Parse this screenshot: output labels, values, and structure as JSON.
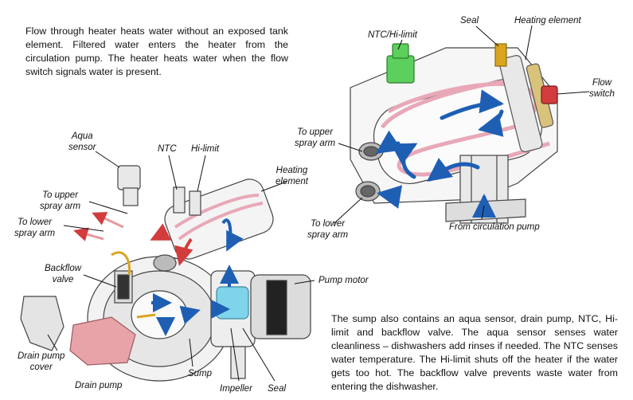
{
  "paragraphs": {
    "intro": "Flow through heater heats water without an exposed tank element.  Filtered water enters the heater from the circulation pump.  The heater heats water when the flow switch signals water is present.",
    "sump": "The sump also contains an aqua sensor, drain pump, NTC, Hi-limit and backflow valve.  The aqua sensor senses water cleanliness – dishwashers add rinses if needed.  The NTC senses water temperature.  The Hi-limit shuts off the heater if the water gets too hot.  The backflow valve prevents waste water from entering the dishwasher."
  },
  "left_labels": {
    "aqua_sensor_1": "Aqua",
    "aqua_sensor_2": "sensor",
    "ntc": "NTC",
    "hi_limit": "Hi-limit",
    "heating_element_1": "Heating",
    "heating_element_2": "element",
    "to_upper_1": "To upper",
    "to_upper_2": "spray arm",
    "to_lower_1": "To lower",
    "to_lower_2": "spray arm",
    "backflow_1": "Backflow",
    "backflow_2": "valve",
    "pump_motor": "Pump motor",
    "drain_cover_1": "Drain pump",
    "drain_cover_2": "cover",
    "drain_pump": "Drain pump",
    "sump": "Sump",
    "impeller": "Impeller",
    "seal": "Seal"
  },
  "right_labels": {
    "ntc_hi_limit": "NTC/Hi-limit",
    "seal": "Seal",
    "heating_element": "Heating element",
    "flow_switch_1": "Flow",
    "flow_switch_2": "switch",
    "to_upper_1": "To upper",
    "to_upper_2": "spray arm",
    "to_lower_1": "To lower",
    "to_lower_2": "spray arm",
    "from_pump": "From circulation pump"
  },
  "colors": {
    "flow_blue": "#1e5fb4",
    "element_pink": "#e8a8b8",
    "warn_red": "#d23c3c",
    "sensor_green": "#5ccf5c",
    "pump_cyan": "#7fd3ea",
    "drain_pink": "#e7a3a8",
    "amber": "#d9a520"
  }
}
